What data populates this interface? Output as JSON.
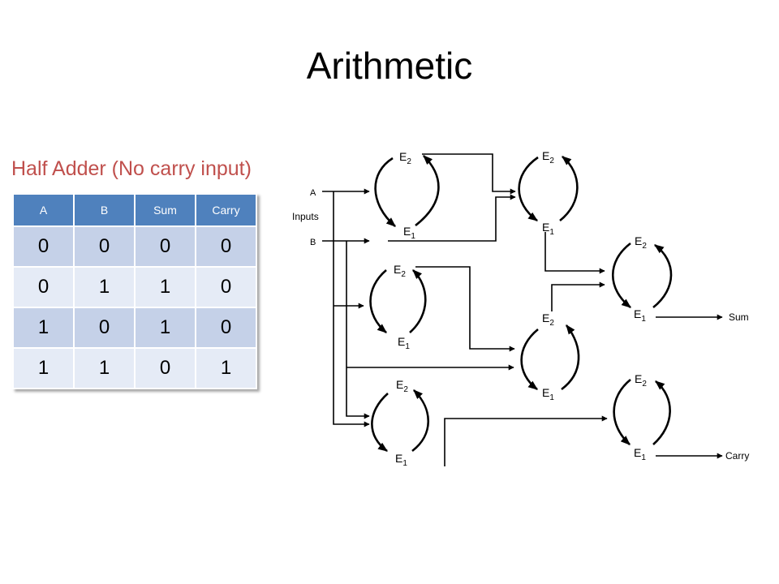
{
  "slide": {
    "title": "Arithmetic",
    "subtitle": "Half Adder (No carry input)"
  },
  "truth_table": {
    "headers": [
      "A",
      "B",
      "Sum",
      "Carry"
    ],
    "rows": [
      [
        "0",
        "0",
        "0",
        "0"
      ],
      [
        "0",
        "1",
        "1",
        "0"
      ],
      [
        "1",
        "0",
        "1",
        "0"
      ],
      [
        "1",
        "1",
        "0",
        "1"
      ]
    ],
    "colors": {
      "header": "#4f81bd",
      "row_dark": "#c5d1e8",
      "row_light": "#e5ebf6",
      "subtitle": "#c0504d"
    }
  },
  "circuit": {
    "input_a": "A",
    "input_b": "B",
    "inputs_label": "Inputs",
    "sum_label": "Sum",
    "carry_label": "Carry",
    "state_e2": "E",
    "state_e1": "E",
    "sub_2": "2",
    "sub_1": "1"
  }
}
